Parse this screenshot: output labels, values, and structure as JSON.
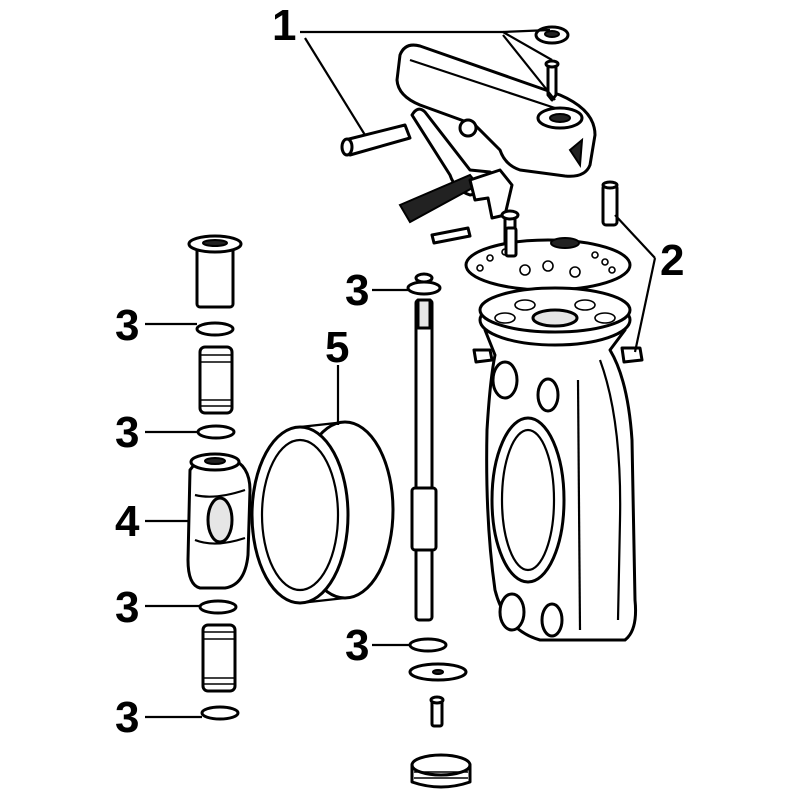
{
  "callouts": {
    "c1": "1",
    "c2": "2",
    "c3_stem_top": "3",
    "c3_left_1": "3",
    "c3_left_2": "3",
    "c3_left_3": "3",
    "c3_left_4": "3",
    "c3_stem_bottom": "3",
    "c4": "4",
    "c5": "5"
  },
  "colors": {
    "line": "#000000",
    "fill": "#ffffff",
    "shade": "#e6e6e6"
  }
}
